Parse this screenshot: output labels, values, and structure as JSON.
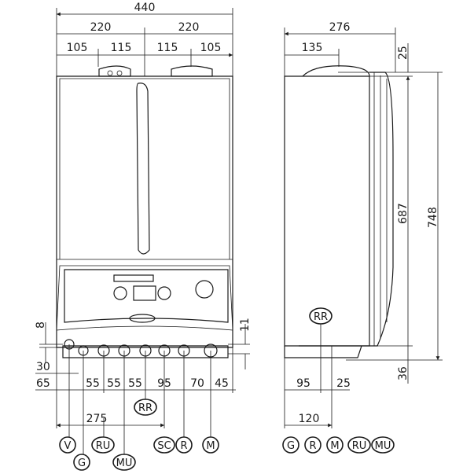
{
  "front_view": {
    "dims": {
      "total_width": "440",
      "half_left": "220",
      "half_right": "220",
      "seg1": "105",
      "seg2": "115",
      "seg3": "115",
      "seg4": "105",
      "d8": "8",
      "d11": "11",
      "d30": "30",
      "d65": "65",
      "d55a": "55",
      "d55b": "55",
      "d55c": "55",
      "d95": "95",
      "d70": "70",
      "d45": "45",
      "d275": "275"
    },
    "connections": [
      "V",
      "G",
      "RU",
      "MU",
      "RR",
      "SC",
      "R",
      "M"
    ]
  },
  "side_view": {
    "dims": {
      "depth": "276",
      "d135": "135",
      "d25_top": "25",
      "d687": "687",
      "d748": "748",
      "d36": "36",
      "d95": "95",
      "d25": "25",
      "d120": "120"
    },
    "connection_label": "RR",
    "legend": [
      "G",
      "R",
      "M",
      "RU",
      "MU"
    ]
  }
}
